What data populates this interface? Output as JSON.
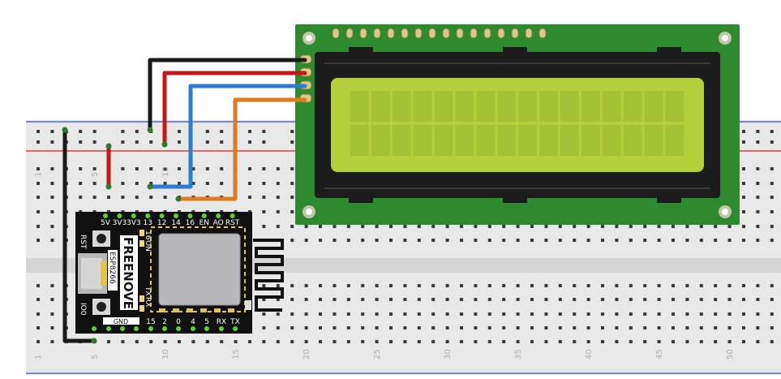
{
  "breadboard": {
    "column_numbers": [
      "1",
      "5",
      "10",
      "15",
      "20",
      "25",
      "30",
      "35",
      "40",
      "45",
      "50"
    ],
    "top_column_numbers": [
      "1",
      "5",
      "10"
    ]
  },
  "module": {
    "brand": "FREENOVE",
    "chip_label": "ESP8266",
    "top_pins": [
      "5V",
      "3V3",
      "3V3",
      "13",
      "12",
      "14",
      "16",
      "EN",
      "AO",
      "RST"
    ],
    "bottom_pins": [
      "GND",
      "15",
      "2",
      "0",
      "4",
      "5",
      "RX",
      "TX"
    ],
    "rst_button_label": "RST",
    "io0_button_label": "IO0",
    "led_label_top": "16",
    "led_label_on": "ON",
    "led_label_tx": "TX",
    "led_label_rx": "RX"
  },
  "lcd": {
    "rows": 2,
    "cols": 16,
    "header_pins": 16,
    "screen_color": "#b3cf3a"
  },
  "colors": {
    "wire_black": "#1a1a1a",
    "wire_red": "#c41818",
    "wire_blue": "#2f7bd0",
    "wire_orange": "#e07a1f",
    "pcb_green": "#2e8a2e",
    "module_black": "#111111"
  }
}
